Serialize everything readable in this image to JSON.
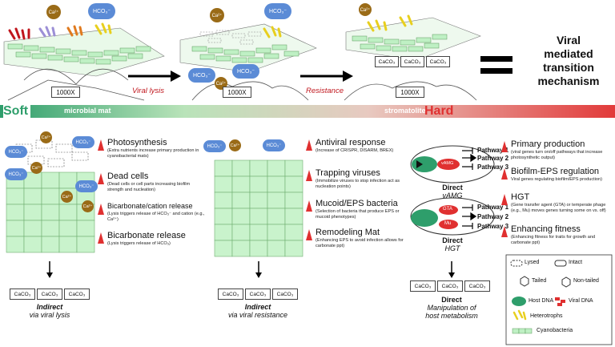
{
  "top": {
    "magnification": "1000X",
    "arrow1_label": "Viral lysis",
    "arrow2_label": "Resistance",
    "equals": "=",
    "mechanism_title": [
      "Viral",
      "mediated",
      "transition",
      "mechanism"
    ],
    "ions": {
      "ca": "Ca²⁺",
      "hco3": "HCO₃⁻"
    },
    "caco3": "CaCO₃"
  },
  "gradient": {
    "soft": "Soft",
    "microbial_mat": "microbial mat",
    "stromatolite": "stromatolite",
    "hard": "Hard"
  },
  "panel1": {
    "items": [
      {
        "title": "Photosynthesis",
        "desc": "(Extra nutrients increase primary production in cyanobacterial mats)"
      },
      {
        "title": "Dead cells",
        "desc": "(Dead cells or cell parts increasing biofilm strength and nucleation)"
      },
      {
        "title": "Bicarbonate/cation release",
        "desc": "(Lysis triggers release of HCO₃⁻ and cation (e.g., Ca²⁺)"
      },
      {
        "title": "Bicarbonate release",
        "desc": "(Lysis triggers release of HCO₃)"
      }
    ],
    "caption_bold": "Indirect",
    "caption_sub": "via viral lysis"
  },
  "panel2": {
    "items": [
      {
        "title": "Antiviral response",
        "desc": "(Increase of CRISPR, DISARM, BREX)"
      },
      {
        "title": "Trapping viruses",
        "desc": "(Immobilize viruses to stop infection act as nucleation points)"
      },
      {
        "title": "Mucoid/EPS bacteria",
        "desc": "(Selection of bacteria that produce EPS or mucoid phenotypes)"
      },
      {
        "title": "Remodeling Mat",
        "desc": "(Enhancing EPS to avoid infection allows for carbonate ppt)"
      }
    ],
    "caption_bold": "Indirect",
    "caption_sub": "via viral resistance"
  },
  "panel3": {
    "pathways": [
      "Pathway 1",
      "Pathway 2",
      "Pathway 3"
    ],
    "vamg_label": "vAMG",
    "gta_label": "GTA",
    "mu_label": "Mu",
    "direct1": "Direct",
    "direct1_sub": "vAMG",
    "direct2": "Direct",
    "direct2_sub": "HGT",
    "caption_bold": "Direct",
    "caption_sub1": "Manipulation of",
    "caption_sub2": "host metabolism"
  },
  "panel4": {
    "items": [
      {
        "title": "Primary production",
        "desc": "(viral genes turn on/off pathways that increase photosynthetic output)"
      },
      {
        "title": "Biofilm-EPS regulation",
        "desc": "Viral genes regulating biofilm/EPS production)"
      },
      {
        "title": "HGT",
        "desc": "(Gene transfer agent (GTA) or temperate phage (e.g., Mu) moves genes turning some on vs. off)"
      },
      {
        "title": "Enhancing fitness",
        "desc": "(Enhancing fitness for traits for growth and carbonate ppt)"
      }
    ]
  },
  "legend": {
    "lysed": "Lysed",
    "intact": "Intact",
    "tailed": "Tailed",
    "non_tailed": "Non-tailed",
    "host_dna": "Host DNA",
    "viral_dna": "Viral DNA",
    "heterotrophs": "Heterotrophs",
    "cyanobacteria": "Cyanobacteria"
  },
  "colors": {
    "green": "#2e9e6b",
    "red": "#e03030",
    "cyan": "#bff0c4",
    "blue": "#5b8bd6",
    "brown": "#9a6b17"
  }
}
